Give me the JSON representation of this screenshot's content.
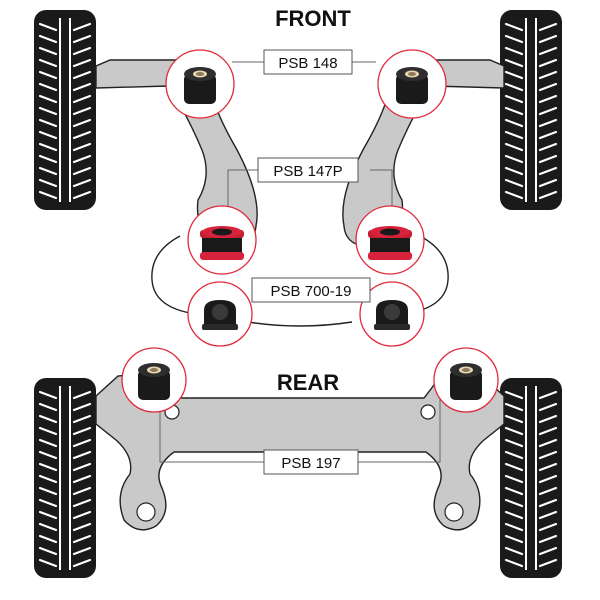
{
  "headings": {
    "front": "FRONT",
    "rear": "REAR"
  },
  "labels": {
    "psb148": "PSB 148",
    "psb147p": "PSB 147P",
    "psb700": "PSB 700-19",
    "psb197": "PSB 197"
  },
  "colors": {
    "accent_red": "#e02a3a",
    "arm_grey": "#c9c9c9",
    "bush_black": "#1a1a1a",
    "outline": "#222222"
  },
  "icons": {
    "tyre": "tyre-icon",
    "bush": "bush-icon"
  }
}
